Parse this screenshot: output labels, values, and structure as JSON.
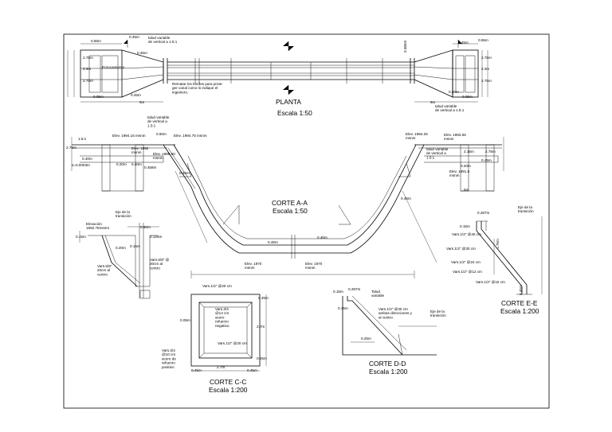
{
  "planta": {
    "title": "PLANTA",
    "scale": "Escala 1:50",
    "notes": {
      "talud_left": "talud variable\nde vertical a 1.5:1",
      "talud_right": "talud variable\nde vertical a 1.5:1",
      "remate": "Rematar los bordes para prote-\nger canal como lo indique el\ningeniero."
    },
    "dims": {
      "l_055": "0.55m",
      "l_045": "0.45m",
      "l_045b": "0.45m",
      "l_275": "2.75m",
      "l_23": "2.3m",
      "l_275b": "2.75m",
      "l_005": "0.05m",
      "l_045c": "0.45m",
      "l_6": "6m",
      "l_enrocamiento": "Enrocamiento",
      "r_045": "0.45m",
      "r_055": "0.55m",
      "r_275": "2.75m",
      "r_23": "2.3m",
      "r_275b": "2.75m",
      "r_045b": "0.45m",
      "r_005": "0.05m",
      "r_6": "6m",
      "r_0365": "0.365m"
    }
  },
  "corte_aa": {
    "title": "CORTE A-A",
    "scale": "Escala 1:50",
    "labels": {
      "slope_l": "1.5:1",
      "elev_l1": "Elev. 1994.15 msnm",
      "elev_l2": "Elev. 1994.75 msnm",
      "talud_l": "talud variable\nde vertical a\n1.5:1",
      "elev_l3": "Elev. 1992\nmsnm",
      "elev_l4": "Elev. 1989.60\nmsnm",
      "dim_275": "2.75m",
      "dim_060": "0.60m",
      "dim_040a": "0.40m",
      "dim_020": "0.20m",
      "dim_040b": "0.40m",
      "dim_0458": "0.458m",
      "dim_045a": "0.45m",
      "slope_pct": "s=0.0003m",
      "elev_r1": "Elev. 1994.25\nmsnm",
      "elev_r2": "Elev. 1993.65\nmsnm",
      "talud_r": "talud variable\nde vertical a\n1.5:1",
      "elev_r3": "Elev. 1991.5\nmsnm",
      "dim_215": "2.15m",
      "dim_275r": "2.75m",
      "dim_045r": "0.45m",
      "dim_020r": "0.20m",
      "dim_045b": "0.45m",
      "dim_045c": "0.45m",
      "dim_045d": "0.45m",
      "elev_b1": "Elev. 1970\nmsnm",
      "elev_b2": "Elev. 1970\nmsnm",
      "scale_mark": "5m"
    }
  },
  "corte_ee": {
    "title": "CORTE E-E",
    "scale": "Escala 1:200",
    "labels": {
      "eje": "Eje de la\ntransición",
      "d0287": "0.287m",
      "d015": "0.15m",
      "v1": "Vars.1/2\" @40 cm",
      "v2": "Vars.1/2\" @30 cm",
      "v3": "Vars.1/2\" @24 cm",
      "v4": "Vars.1/2\" @12 cm",
      "v5": "Vars.1/2\" @15 cm",
      "d175": "1.75m",
      "d045": "0.45m"
    }
  },
  "corte_bb": {
    "labels": {
      "eje": "Eje de la\ntransición",
      "elev": "Elevación\n1992.75msnm",
      "d015": "0.15m",
      "d050": "0.50m",
      "d0125": "0.125m",
      "d020": "0.20m",
      "var1": "Vars.5/8\"\n20cm al\ncentro",
      "var2": "Vars.5/8\" @\n20cm al\ncentro",
      "d015b": "0.15m"
    }
  },
  "corte_cc": {
    "title": "CORTE C-C",
    "scale": "Escala 1:200",
    "labels": {
      "top": "Vars.1/2\" @20 cm",
      "inner1": "Vars.3/4\n@14 cm\nacero\nrefuerzo\nnegativo.",
      "bottom": "Vars.1/2\" @20 cm",
      "left": "Vars.3/4\n@10 cm\nacero de\nrefuerzo\npositivo",
      "d045t": "0.45m",
      "d27": "2.7m",
      "d045b": "0.45m",
      "d045l": "0.45m",
      "d27b": "2.7m",
      "d045r": "0.45m",
      "d005": "0.05m"
    }
  },
  "corte_dd": {
    "title": "CORTE D-D",
    "scale": "Escala 1:200",
    "labels": {
      "d015": "0.15m",
      "d0287": "0.287m",
      "talud": "Talud\nvariable",
      "var": "Vars.1/2\" @30 cm\nambas direcciones y\nal centro.",
      "eje": "Eje de la\ntransición",
      "d025": "0.25m",
      "d045": "0.45m"
    }
  }
}
